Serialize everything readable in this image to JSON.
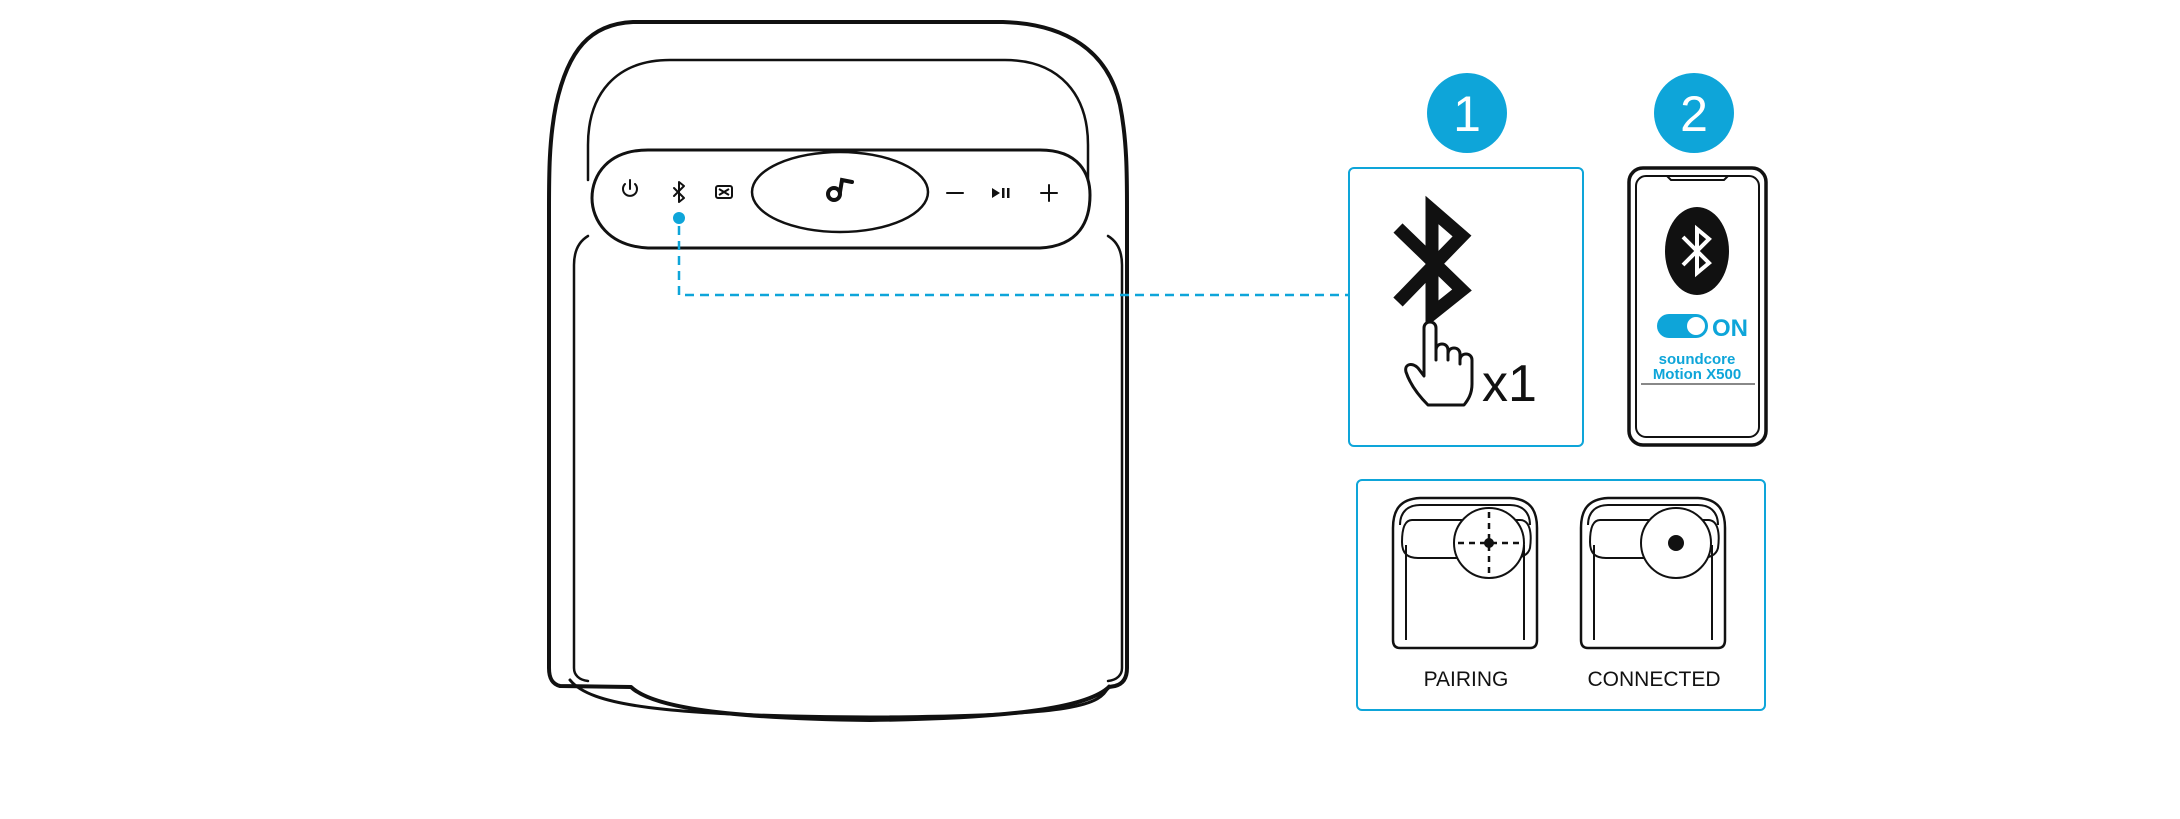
{
  "colors": {
    "accent": "#0ea5d9",
    "line": "#111111",
    "background": "#ffffff"
  },
  "steps": [
    {
      "number": "1"
    },
    {
      "number": "2"
    }
  ],
  "press_count": "x1",
  "phone": {
    "toggle_state": "ON",
    "brand": "soundcore",
    "model": "Motion X500"
  },
  "indicators": {
    "pairing_label": "PAIRING",
    "connected_label": "CONNECTED"
  },
  "icons": {
    "speaker_buttons": [
      "power-icon",
      "bluetooth-icon",
      "audio-mode-icon",
      "soundcore-logo-icon",
      "volume-down-icon",
      "play-pause-icon",
      "volume-up-icon"
    ],
    "step1": [
      "bluetooth-icon",
      "finger-press-icon"
    ],
    "step2": [
      "bluetooth-icon",
      "toggle-switch-icon"
    ]
  }
}
